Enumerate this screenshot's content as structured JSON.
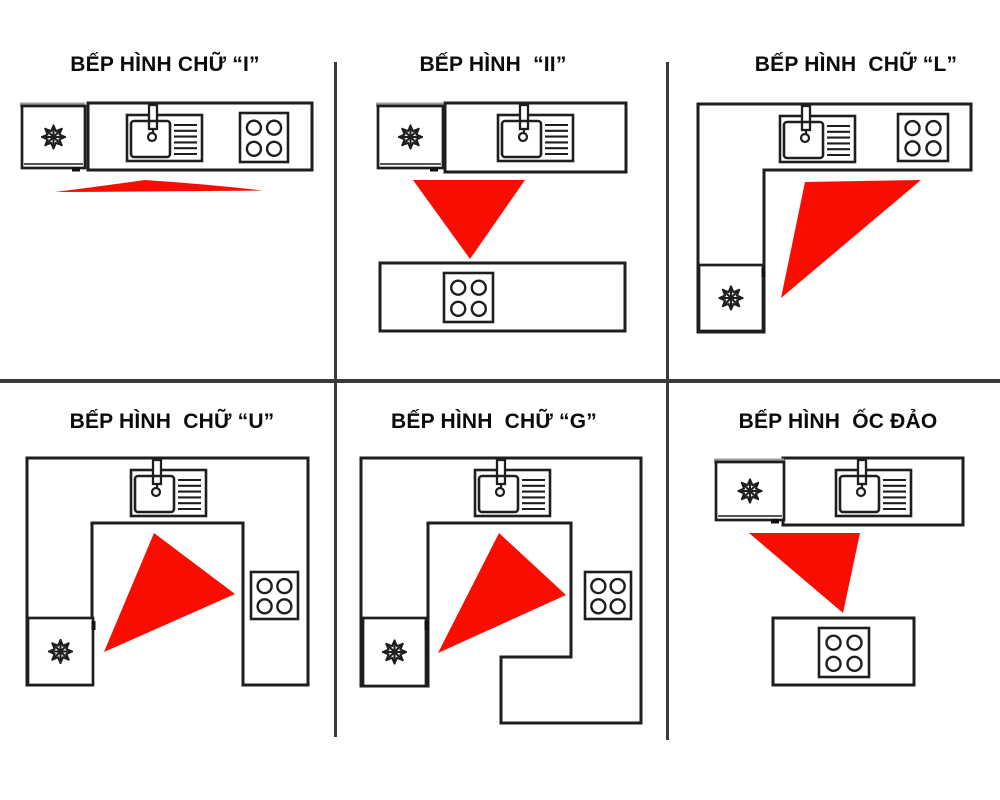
{
  "page": {
    "background": "#ffffff",
    "description_visible_text_only": true
  },
  "colors": {
    "line": "#1e1e1e",
    "divider": "#3a3a3a",
    "triangle_red": "#f90d00",
    "title_text": "#0b0b0b",
    "fridge_lid_gray": "#9b9b9b"
  },
  "panels": [
    {
      "id": "i",
      "title": "BẾP HÌNH CHỮ “I”",
      "icons": [
        "fridge-snowflake",
        "sink",
        "stove-4-burners",
        "work-triangle"
      ]
    },
    {
      "id": "ii",
      "title": "BẾP HÌNH  “II”",
      "icons": [
        "fridge-snowflake",
        "sink",
        "stove-4-burners",
        "work-triangle"
      ]
    },
    {
      "id": "l",
      "title": "BẾP HÌNH  CHỮ “L”",
      "icons": [
        "fridge-snowflake",
        "sink",
        "stove-4-burners",
        "work-triangle"
      ]
    },
    {
      "id": "u",
      "title": "BẾP HÌNH  CHỮ “U”",
      "icons": [
        "fridge-snowflake",
        "sink",
        "stove-4-burners",
        "work-triangle"
      ]
    },
    {
      "id": "g",
      "title": "BẾP HÌNH  CHỮ “G”",
      "icons": [
        "fridge-snowflake",
        "sink",
        "stove-4-burners",
        "work-triangle"
      ]
    },
    {
      "id": "island",
      "title": "BẾP HÌNH  ỐC ĐẢO",
      "icons": [
        "fridge-snowflake",
        "sink",
        "stove-4-burners",
        "work-triangle"
      ]
    }
  ],
  "icons": {
    "fridge_icon": "box with snowflake ❄",
    "sink_icon": "basin with faucet, drain hole and drainboard lines",
    "stove_icon": "square with 4 burner circles",
    "work_triangle_icon": "solid red triangle"
  }
}
